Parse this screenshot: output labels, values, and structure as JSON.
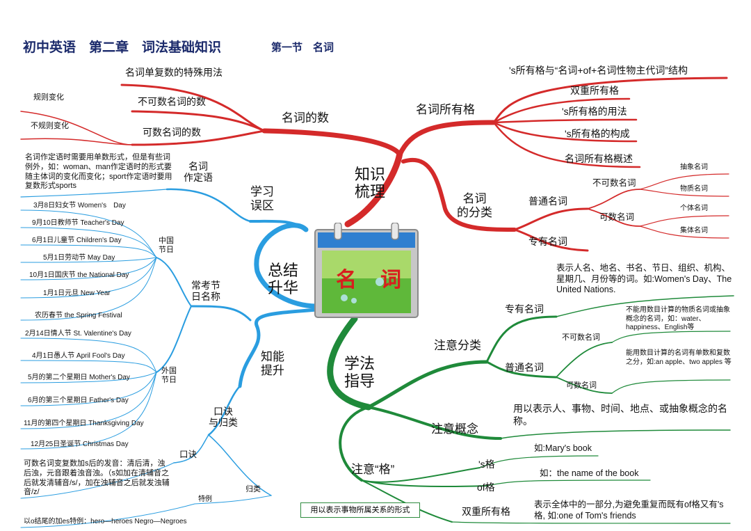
{
  "header": {
    "title": "初中英语　第二章　词法基础知识",
    "subtitle": "第一节　名词"
  },
  "center": {
    "label": "名　词"
  },
  "colors": {
    "red": "#d42a2a",
    "blue": "#2a9de0",
    "green": "#1f8a3a",
    "title": "#1b2a6b"
  },
  "red": {
    "hub": "知识\n梳理",
    "number": {
      "label": "名词的数",
      "items": [
        "名词单复数的特殊用法",
        "不可数名词的数",
        "可数名词的数"
      ],
      "countable_sub": [
        "规则变化",
        "不规则变化"
      ]
    },
    "possessive": {
      "label": "名词所有格",
      "items": [
        "'s所有格与“名词+of+名词性物主代词”结构",
        "双重所有格",
        "'s所有格的用法",
        "'s所有格的构成",
        "名词所有格概述"
      ]
    },
    "classify": {
      "label": "名词\n的分类",
      "common": "普通名词",
      "proper": "专有名词",
      "uncountable": "不可数名词",
      "countable": "可数名词",
      "abstract": "抽象名词",
      "material": "物质名词",
      "individual": "个体名词",
      "collective": "集体名词"
    }
  },
  "blue": {
    "summary": "总结\n升华",
    "mistakes": "学习\n误区",
    "attributive": "名词\n作定语",
    "attributive_note": "名词作定语时需要用单数形式，但是有些词例外，如：woman、man作定语时的形式要随主体词的变化而变化；sport作定语时要用复数形式sports",
    "ability": "知能\n提升",
    "festivals_label": "常考节\n日名称",
    "china": "中国\n节日",
    "foreign": "外国\n节日",
    "china_list": [
      "3月8日妇女节  Women's　Day",
      "9月10日教师节  Teacher's Day",
      "6月1日儿童节  Children's Day",
      "5月1日劳动节 May Day",
      "10月1日国庆节  the National Day",
      "1月1日元旦  New Year",
      "农历春节  the Spring Festival"
    ],
    "foreign_list": [
      "2月14日情人节  St. Valentine's Day",
      "4月1日愚人节  April Fool's Day",
      "5月的第二个星期日  Mother's Day",
      "6月的第三个星期日  Father's Day",
      "11月的第四个星期日  Thanksgiving Day",
      "12月25日圣诞节  Christmas Day"
    ],
    "rhyme_label": "口诀\n与归类",
    "rhyme": "口诀",
    "rhyme_text": "可数名词变复数加s后的发音：清后清，浊后浊，元音跟着浊音浊。（s如加在清辅音之后就发清辅音/s/，加在浊辅音之后就发浊辅音/z/",
    "category": "归类",
    "example": "特例",
    "example_text": "以o结尾的加es特例：hero—heroes  Negro—Negroes"
  },
  "green": {
    "hub": "学法\n指导",
    "classify_note": "注意分类",
    "proper": "专有名词",
    "proper_desc": "表示人名、地名、书名、节日、组织、机构、星期几、月份等的词。如:Women's Day、The United  Nations.",
    "common": "普通名词",
    "uncountable": "不可数名词",
    "uncountable_desc": "不能用数目计算的物质名词或抽象概念的名词，如：water、happiness、English等",
    "countable": "可数名词",
    "countable_desc": "能用数目计算的名词有单数和复数之分，如:an apple、two apples 等",
    "concept_note": "注意概念",
    "concept_desc": "用以表示人、事物、时间、地点、或抽象概念的名称。",
    "case_note": "注意“格”",
    "case_box": "用以表示事物所属关系的形式",
    "s_case": "'s格",
    "s_case_eg": "如:Mary's book",
    "of_case": "of格",
    "of_case_eg": "如：the  name of the book",
    "double": "双重所有格",
    "double_desc": "表示全体中的一部分,为避免重复而既有of格又有's格, 如:one of Tom's friends"
  }
}
